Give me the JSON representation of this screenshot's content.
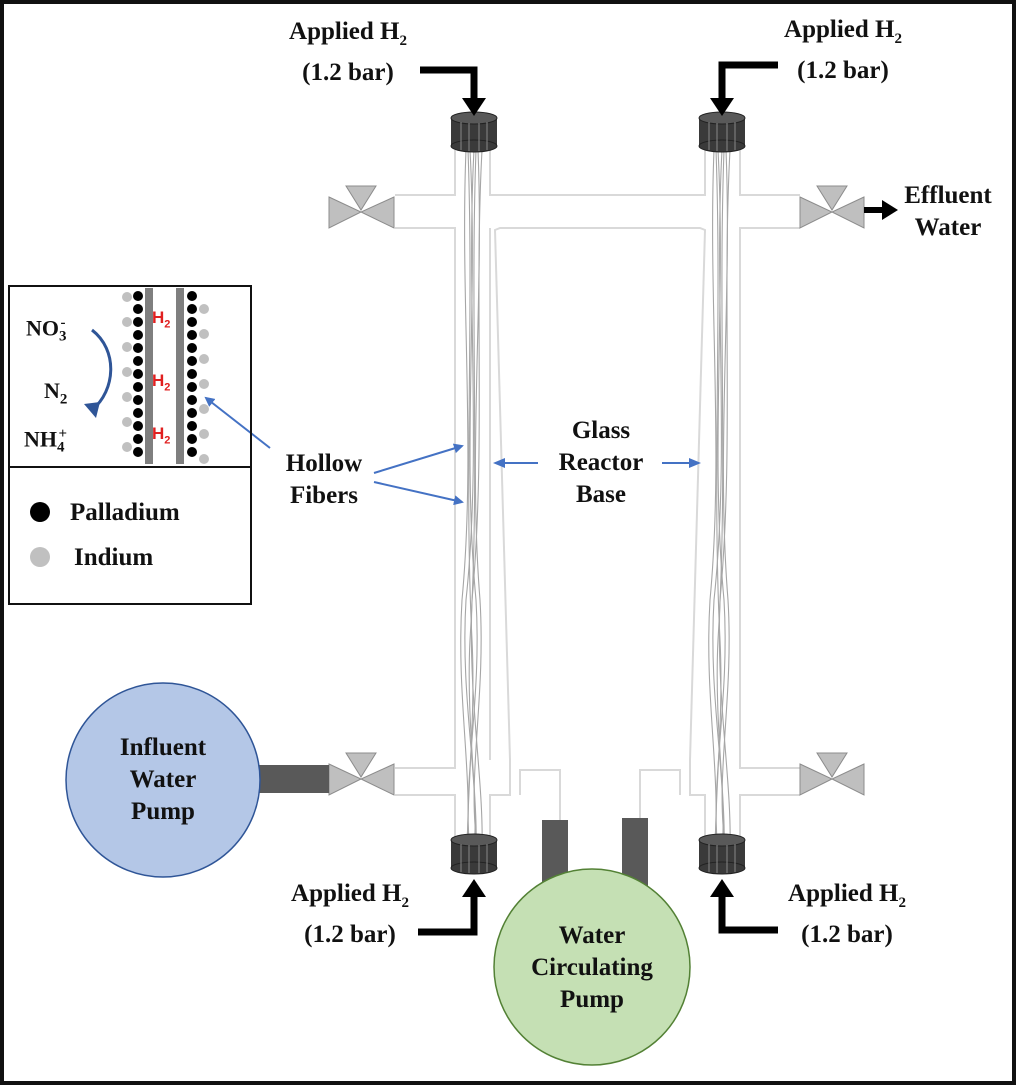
{
  "h2_inlets": [
    {
      "applied": "Applied H",
      "sub": "2",
      "pressure": "(1.2 bar)"
    },
    {
      "applied": "Applied H",
      "sub": "2",
      "pressure": "(1.2 bar)"
    },
    {
      "applied": "Applied H",
      "sub": "2",
      "pressure": "(1.2 bar)"
    },
    {
      "applied": "Applied H",
      "sub": "2",
      "pressure": "(1.2 bar)"
    }
  ],
  "effluent": {
    "line1": "Effluent",
    "line2": "Water"
  },
  "hollow_fibers": {
    "line1": "Hollow",
    "line2": "Fibers"
  },
  "glass_reactor": {
    "line1": "Glass",
    "line2": "Reactor",
    "line3": "Base"
  },
  "influent_pump": {
    "line1": "Influent",
    "line2": "Water",
    "line3": "Pump",
    "color": "#b4c7e7"
  },
  "circulating_pump": {
    "line1": "Water",
    "line2": "Circulating",
    "line3": "Pump",
    "color": "#c5e0b4"
  },
  "inset": {
    "nitrate": "NO",
    "nitrate_sub": "3",
    "nitrate_sup": "-",
    "nitrogen": "N",
    "nitrogen_sub": "2",
    "ammonium": "NH",
    "ammonium_sub": "4",
    "ammonium_sup": "+",
    "h2_labels": [
      "H2",
      "H2",
      "H2"
    ],
    "h2_color": "#e02020"
  },
  "legend": [
    {
      "label": "Palladium",
      "color": "#000000"
    },
    {
      "label": "Indium",
      "color": "#c0c0c0"
    }
  ],
  "colors": {
    "arrow_blue": "#4472c4",
    "tube": "#595959",
    "valve": "#bfbfbf",
    "cap": "#3a3a3a"
  }
}
